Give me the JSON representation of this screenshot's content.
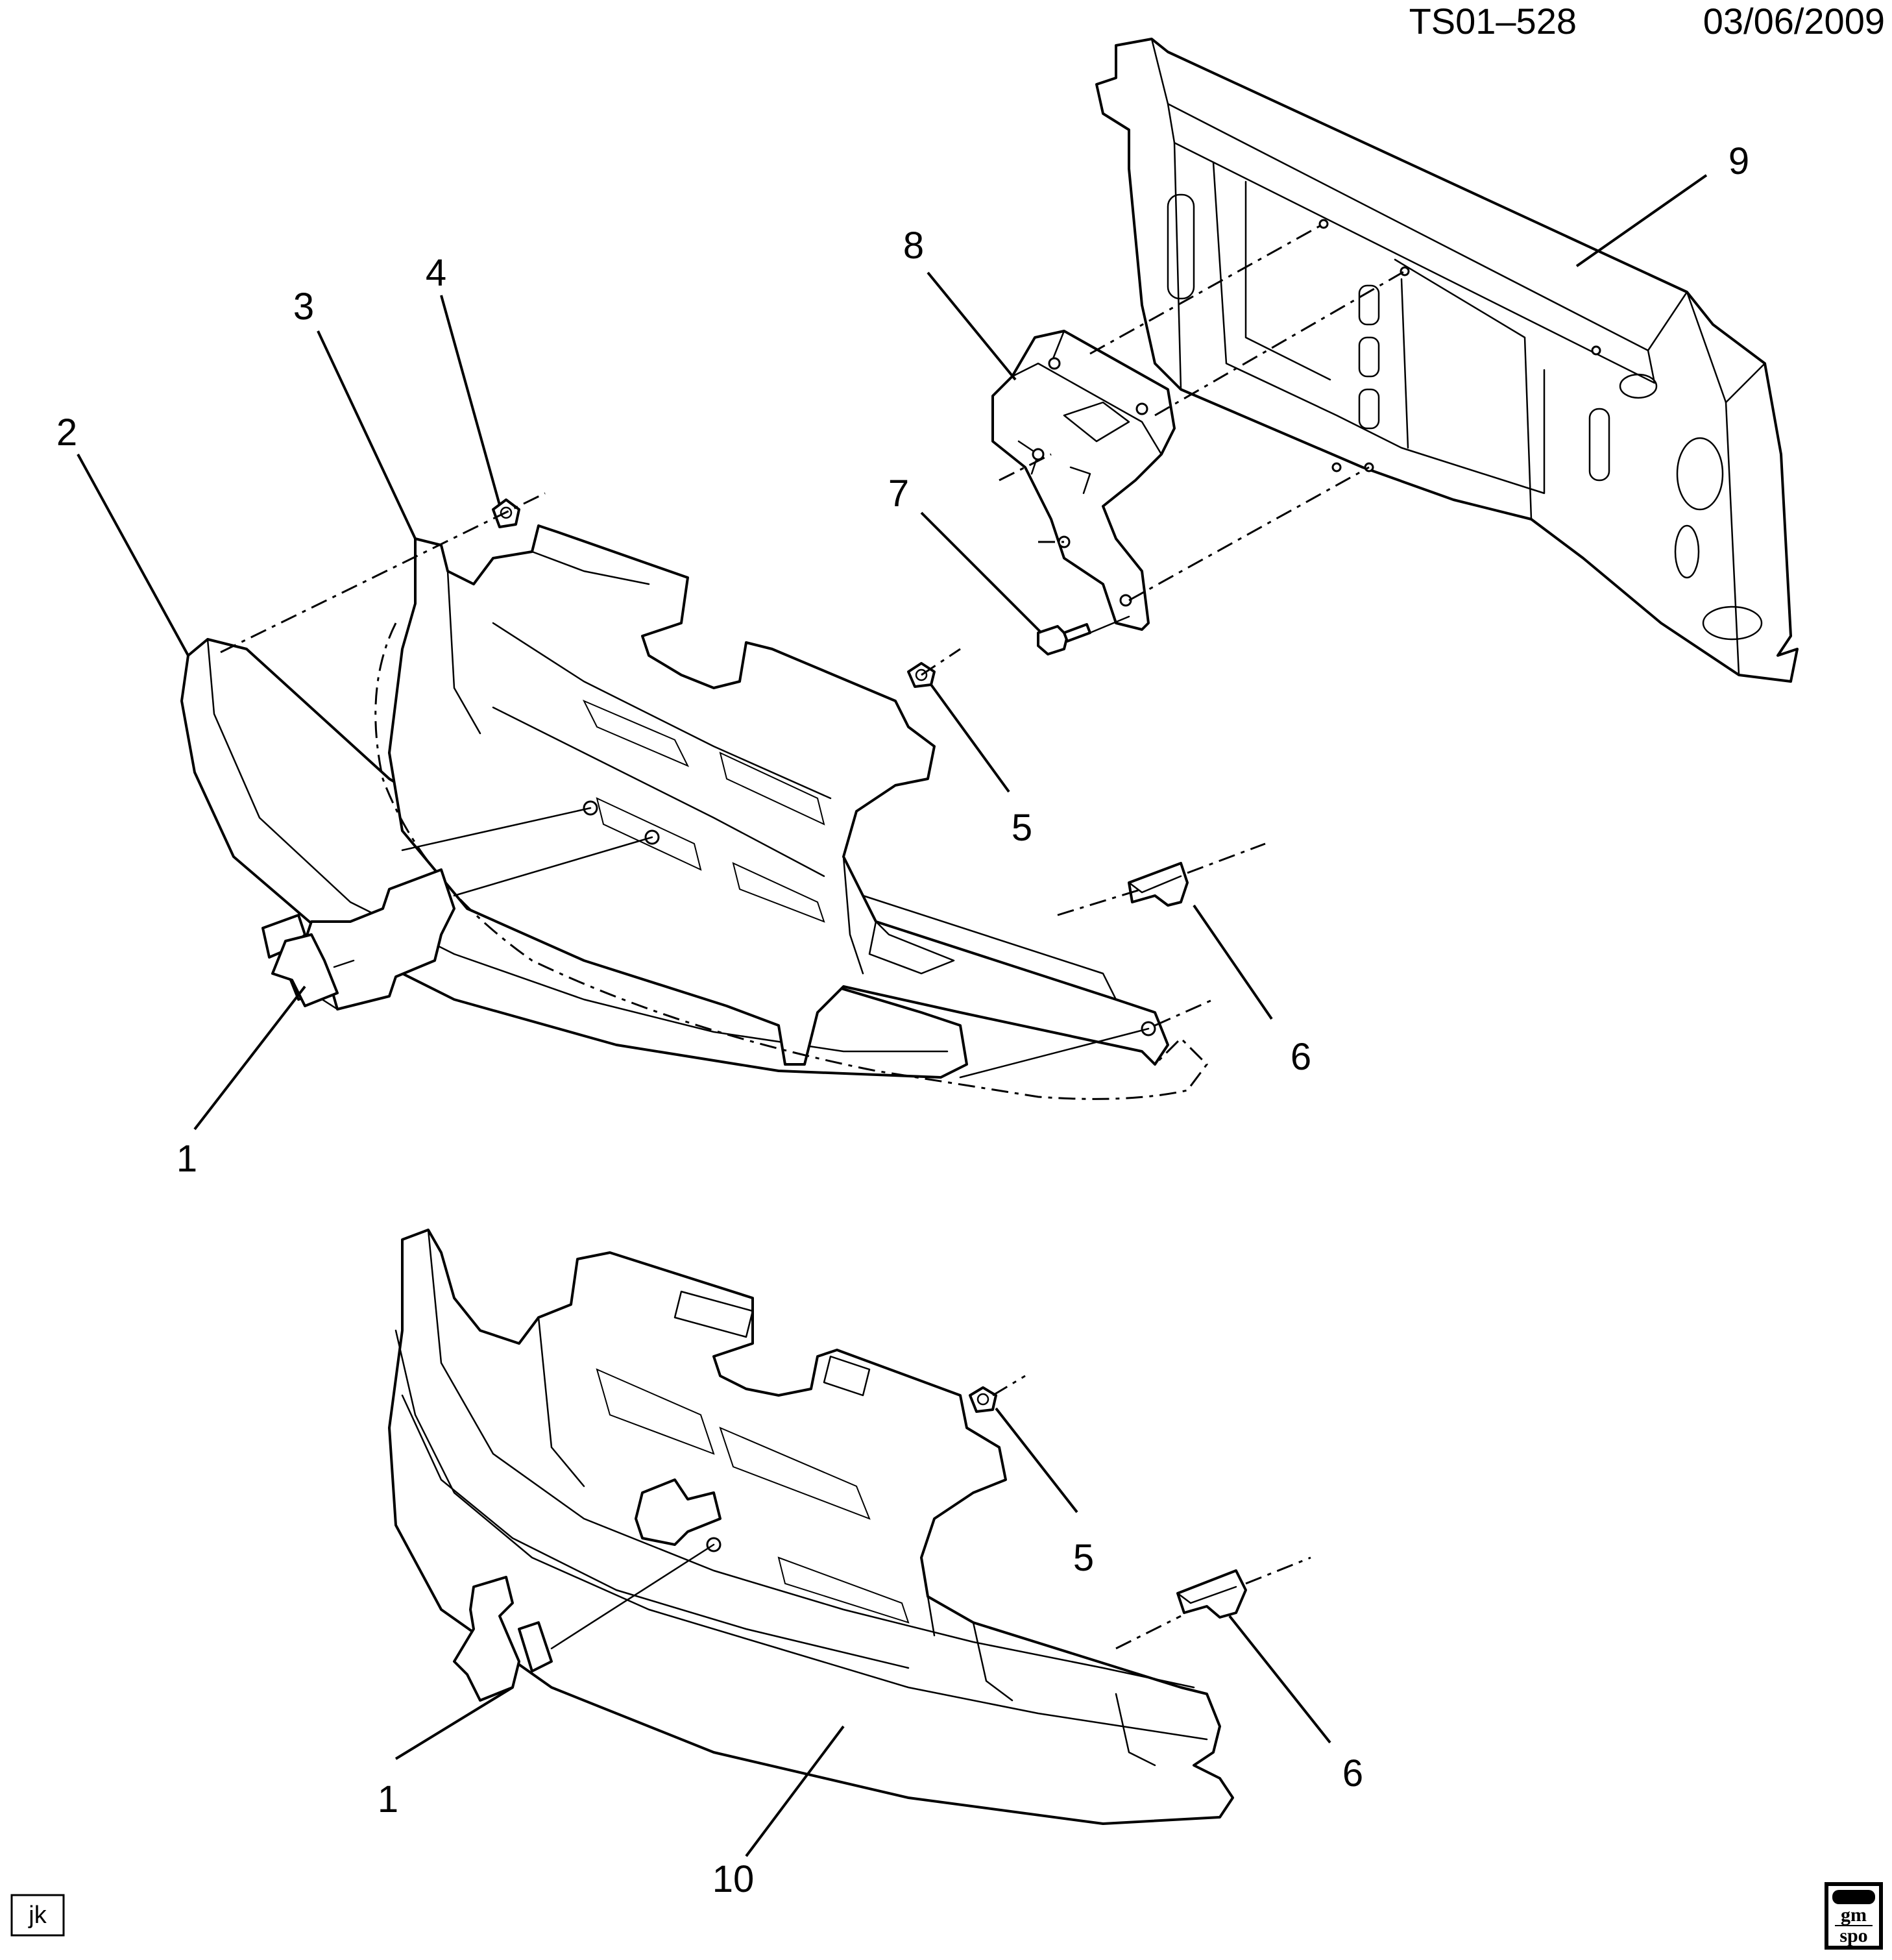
{
  "header": {
    "figure_id": "TS01–528",
    "date": "03/06/2009"
  },
  "callouts": {
    "c1_top": "1",
    "c2": "2",
    "c3": "3",
    "c4": "4",
    "c5_top": "5",
    "c6_top": "6",
    "c7": "7",
    "c8": "8",
    "c9": "9",
    "c1_bottom": "1",
    "c5_bottom": "5",
    "c6_bottom": "6",
    "c10": "10"
  },
  "footer": {
    "initials": "jk",
    "logo_line1": "gm",
    "logo_line2": "spo"
  }
}
